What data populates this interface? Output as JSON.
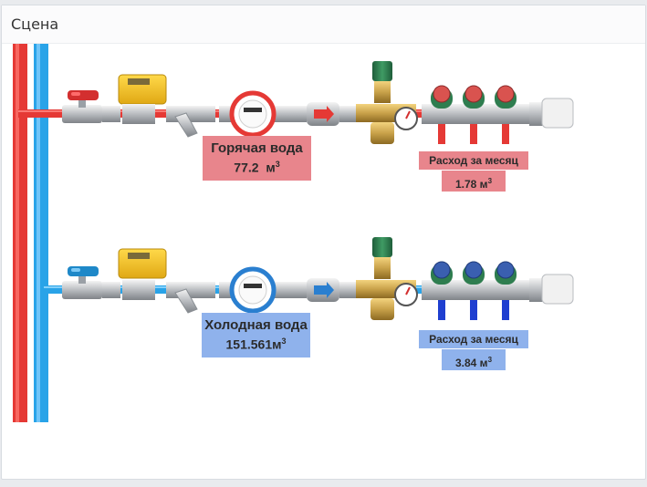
{
  "panel": {
    "title": "Сцена"
  },
  "hot": {
    "name": "Горячая вода",
    "value": "77.2",
    "unit": "м",
    "unit_sup": "3",
    "monthly_label": "Расход за месяц",
    "monthly_value": "1.78",
    "monthly_unit": "м",
    "monthly_sup": "3"
  },
  "cold": {
    "name": "Холодная вода",
    "value": "151.561",
    "unit": "м",
    "unit_sup": "3",
    "monthly_label": "Расход за месяц",
    "monthly_value": "3.84",
    "monthly_unit": "м",
    "monthly_sup": "3"
  },
  "colors": {
    "hot_pipe": "#e53935",
    "cold_pipe": "#29a3e8",
    "hot_label": "#e8858c",
    "cold_label": "#8fb2ec",
    "brass": "#c9a24a",
    "valve_green": "#2e7d4f",
    "actuator_yellow": "#f2c12e"
  },
  "icons": {
    "ball_valve": "ball-valve-icon",
    "actuator": "actuator-icon",
    "strainer": "strainer-filter-icon",
    "meter": "water-meter-icon",
    "check_valve": "check-valve-icon",
    "reducer": "pressure-reducer-icon",
    "manifold": "manifold-icon"
  }
}
